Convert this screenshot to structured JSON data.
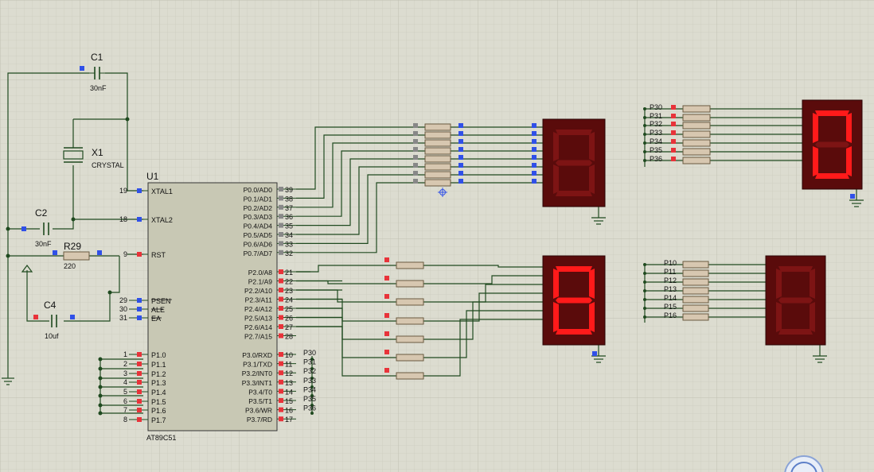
{
  "colors": {
    "sheet": "#dcdcd0",
    "grid_minor": "#cfcfc2",
    "grid_major": "#c2c2b4",
    "wire": "#1f4a1f",
    "part_body": "#c8c8b4",
    "resistor_body": "#d7c7b0",
    "pin_red": "#e8333a",
    "pin_blue": "#3050e8",
    "pin_gray": "#888888",
    "display_bg": "#5a0b0b",
    "seg_on": "#ff1a1a",
    "seg_off": "#7d1414",
    "text": "#111111"
  },
  "components": {
    "c1": {
      "ref": "C1",
      "value": "30nF"
    },
    "c2": {
      "ref": "C2",
      "value": "30nF"
    },
    "c4": {
      "ref": "C4",
      "value": "10uf"
    },
    "x1": {
      "ref": "X1",
      "value": "CRYSTAL"
    },
    "r29": {
      "ref": "R29",
      "value": "220"
    },
    "u1": {
      "ref": "U1",
      "part": "AT89C51"
    }
  },
  "mcu_left_pins": [
    {
      "num": "19",
      "name": "XTAL1"
    },
    {
      "num": "18",
      "name": "XTAL2"
    },
    {
      "num": "9",
      "name": "RST"
    },
    {
      "num": "29",
      "name": "PSEN"
    },
    {
      "num": "30",
      "name": "ALE"
    },
    {
      "num": "31",
      "name": "EA"
    },
    {
      "num": "1",
      "name": "P1.0"
    },
    {
      "num": "2",
      "name": "P1.1"
    },
    {
      "num": "3",
      "name": "P1.2"
    },
    {
      "num": "4",
      "name": "P1.3"
    },
    {
      "num": "5",
      "name": "P1.4"
    },
    {
      "num": "6",
      "name": "P1.5"
    },
    {
      "num": "7",
      "name": "P1.6"
    },
    {
      "num": "8",
      "name": "P1.7"
    }
  ],
  "mcu_right_pins": [
    {
      "num": "39",
      "name": "P0.0/AD0"
    },
    {
      "num": "38",
      "name": "P0.1/AD1"
    },
    {
      "num": "37",
      "name": "P0.2/AD2"
    },
    {
      "num": "36",
      "name": "P0.3/AD3"
    },
    {
      "num": "35",
      "name": "P0.4/AD4"
    },
    {
      "num": "34",
      "name": "P0.5/AD5"
    },
    {
      "num": "33",
      "name": "P0.6/AD6"
    },
    {
      "num": "32",
      "name": "P0.7/AD7"
    },
    {
      "num": "21",
      "name": "P2.0/A8"
    },
    {
      "num": "22",
      "name": "P2.1/A9"
    },
    {
      "num": "23",
      "name": "P2.2/A10"
    },
    {
      "num": "24",
      "name": "P2.3/A11"
    },
    {
      "num": "25",
      "name": "P2.4/A12"
    },
    {
      "num": "26",
      "name": "P2.5/A13"
    },
    {
      "num": "27",
      "name": "P2.6/A14"
    },
    {
      "num": "28",
      "name": "P2.7/A15"
    },
    {
      "num": "10",
      "name": "P3.0/RXD"
    },
    {
      "num": "11",
      "name": "P3.1/TXD"
    },
    {
      "num": "12",
      "name": "P3.2/INT0"
    },
    {
      "num": "13",
      "name": "P3.3/INT1"
    },
    {
      "num": "14",
      "name": "P3.4/T0"
    },
    {
      "num": "15",
      "name": "P3.5/T1"
    },
    {
      "num": "16",
      "name": "P3.6/WR"
    },
    {
      "num": "17",
      "name": "P3.7/RD"
    }
  ],
  "p3_net_labels": [
    "P30",
    "P31",
    "P32",
    "P33",
    "P34",
    "P35",
    "P36"
  ],
  "p1_net_labels": [
    "P10",
    "P11",
    "P12",
    "P13",
    "P14",
    "P15",
    "P16"
  ],
  "displays": [
    {
      "id": "display-1",
      "segments_lit": []
    },
    {
      "id": "display-2",
      "segments_lit": [
        "a",
        "b",
        "c",
        "d",
        "e",
        "f",
        "g"
      ]
    },
    {
      "id": "display-3",
      "segments_lit": [
        "a",
        "b",
        "c",
        "d",
        "e",
        "f"
      ]
    },
    {
      "id": "display-4",
      "segments_lit": []
    }
  ]
}
